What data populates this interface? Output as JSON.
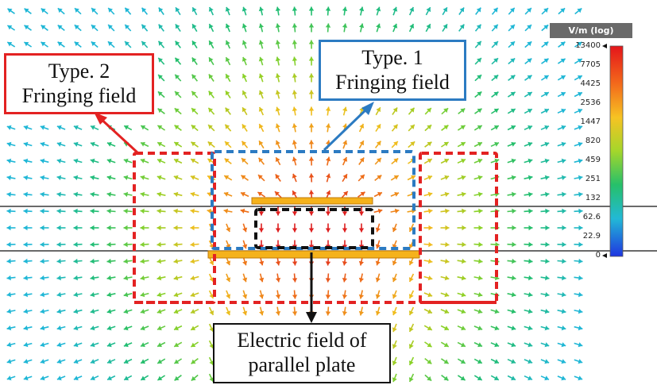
{
  "callouts": {
    "type2": {
      "line1": "Type. 2",
      "line2": "Fringing field"
    },
    "type1": {
      "line1": "Type. 1",
      "line2": "Fringing field"
    },
    "plate": {
      "line1": "Electric field of",
      "line2": "parallel plate"
    }
  },
  "legend": {
    "title": "V/m (log)",
    "ticks": [
      "13400",
      "7705",
      "4425",
      "2536",
      "1447",
      "820",
      "459",
      "251",
      "132",
      "62.6",
      "22.9",
      "0"
    ]
  },
  "colors": {
    "type2_box": "#e32222",
    "type1_box": "#2c7bc2",
    "plate_box": "#111111",
    "plate_fill": "#f5b21b"
  }
}
